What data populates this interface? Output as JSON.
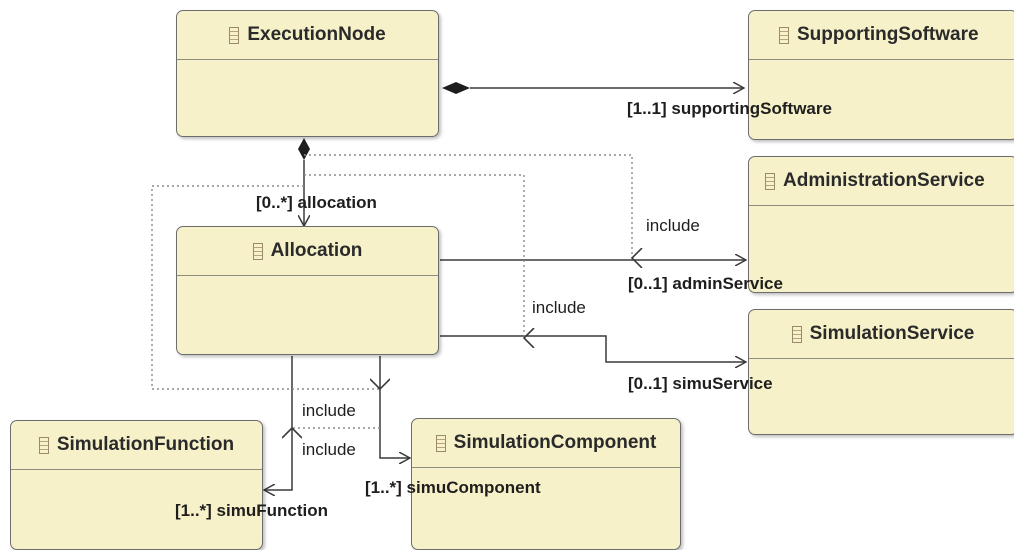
{
  "classes": {
    "execution_node": "ExecutionNode",
    "supporting_software": "SupportingSoftware",
    "administration_service": "AdministrationService",
    "allocation": "Allocation",
    "simulation_service": "SimulationService",
    "simulation_function": "SimulationFunction",
    "simulation_component": "SimulationComponent"
  },
  "references": {
    "supporting_software": "[1..1] supportingSoftware",
    "allocation": "[0..*] allocation",
    "admin_service": "[0..1] adminService",
    "simu_service": "[0..1] simuService",
    "simu_function": "[1..*] simuFunction",
    "simu_component": "[1..*] simuComponent"
  },
  "dependencies": {
    "include_admin": "include",
    "include_simu_service": "include",
    "include_component": "include",
    "include_function": "include"
  },
  "colors": {
    "class_fill": "#f7f1c9",
    "class_border": "#6d6d6d",
    "line": "#3a3a3a",
    "dotted": "#8c8c8c"
  },
  "icon": "class-icon"
}
